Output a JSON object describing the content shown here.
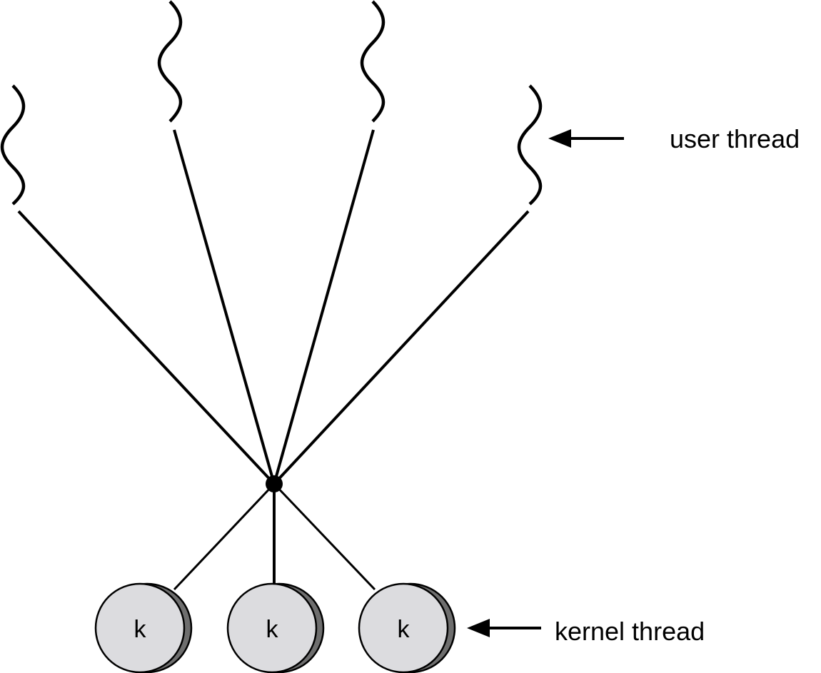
{
  "labels": {
    "user_thread": "user thread",
    "kernel_thread": "kernel thread"
  },
  "kernel_threads": [
    {
      "label": "k"
    },
    {
      "label": "k"
    },
    {
      "label": "k"
    }
  ],
  "colors": {
    "stroke": "#000000",
    "kernel_fill": "#dcdcdf",
    "kernel_shadow": "#6e6e6e",
    "background": "#ffffff"
  }
}
